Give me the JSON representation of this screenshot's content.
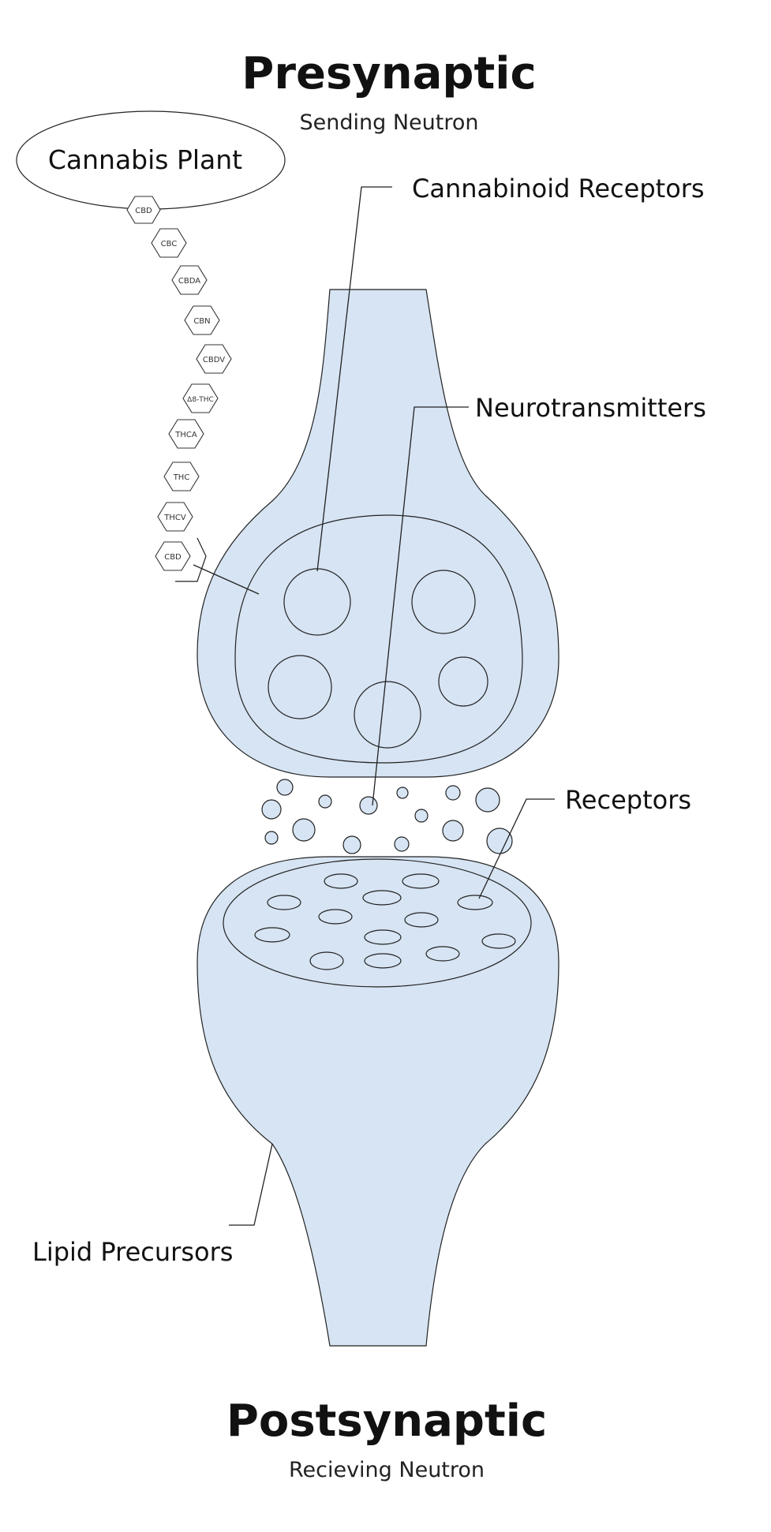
{
  "presynaptic": {
    "title": "Presynaptic",
    "subtitle": "Sending Neutron"
  },
  "postsynaptic": {
    "title": "Postsynaptic",
    "subtitle": "Recieving Neutron"
  },
  "plant": {
    "label": "Cannabis Plant"
  },
  "cannabinoids": [
    "CBD",
    "CBC",
    "CBDA",
    "CBN",
    "CBDV",
    "Δ8-THC",
    "THCA",
    "THC",
    "THCV",
    "CBD"
  ],
  "labels": {
    "cannabinoid_receptors": "Cannabinoid Receptors",
    "neurotransmitters": "Neurotransmitters",
    "receptors": "Receptors",
    "lipid_precursors": "Lipid Precursors"
  },
  "colors": {
    "membrane_fill": "#d6e4f3",
    "stroke": "#222222"
  }
}
